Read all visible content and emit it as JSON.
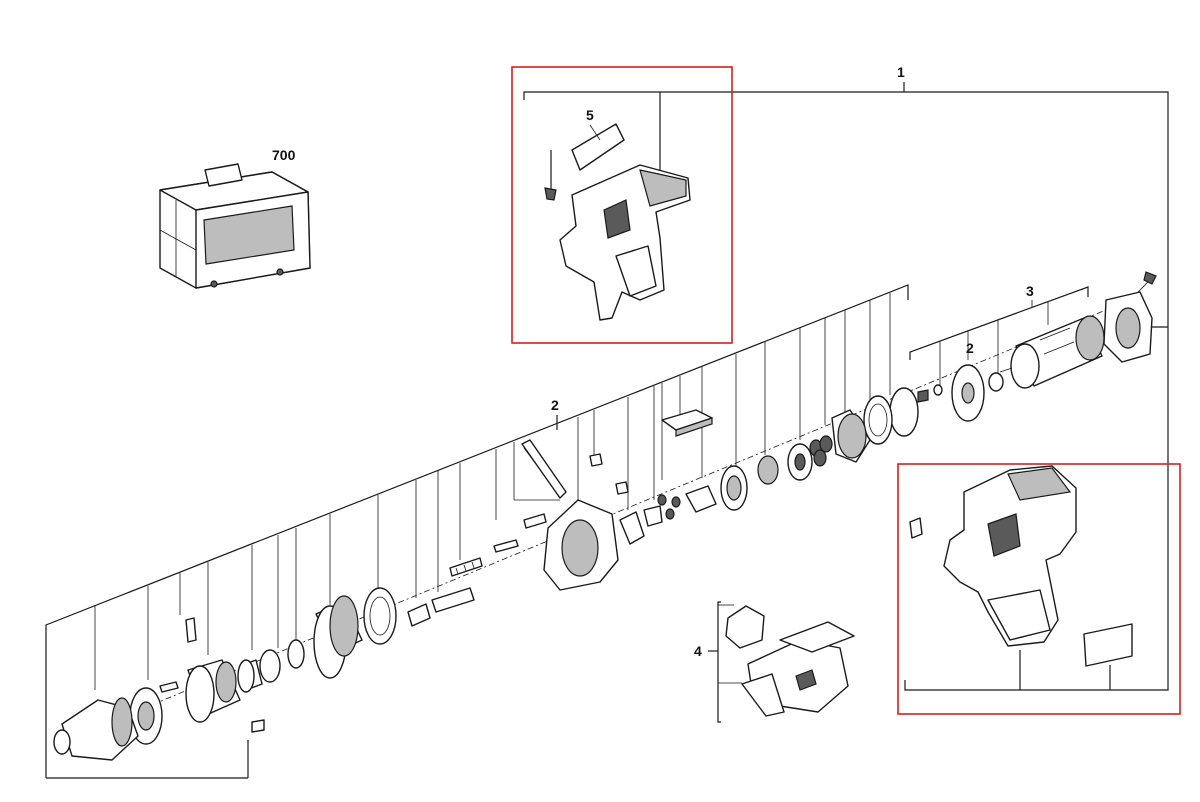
{
  "diagram": {
    "callouts": {
      "c1": "1",
      "c2a": "2",
      "c2b": "2",
      "c3": "3",
      "c4": "4",
      "c5": "5",
      "c700": "700"
    },
    "highlight_color": "#d42020",
    "line_color": "#1a1a1a"
  }
}
